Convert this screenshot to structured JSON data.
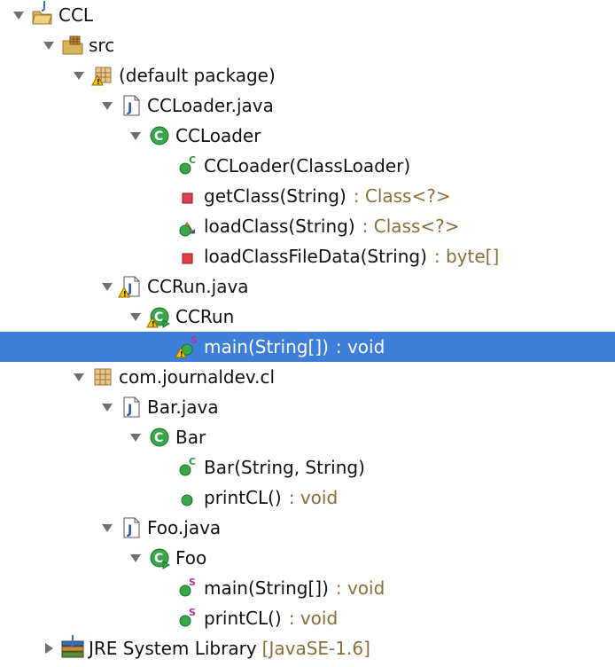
{
  "tree": {
    "colors": {
      "selection": "#3d7fd8",
      "class_green": "#2e9a3c",
      "method_red": "#cc2233",
      "static_purple": "#b3339a",
      "decorator_brown": "#8a6d3b"
    },
    "nodes": [
      {
        "id": "ccl",
        "label": "CCL",
        "icon": "java-project-icon",
        "expanded": true
      },
      {
        "id": "src",
        "label": "src",
        "icon": "source-folder-icon",
        "expanded": true
      },
      {
        "id": "default-package",
        "label": "(default package)",
        "icon": "package-warning-icon",
        "expanded": true
      },
      {
        "id": "ccloader-java",
        "label": "CCLoader.java",
        "icon": "java-file-icon",
        "expanded": true
      },
      {
        "id": "ccloader-class",
        "label": "CCLoader",
        "icon": "class-icon",
        "expanded": true
      },
      {
        "id": "ccloader-ctor",
        "label": "CCLoader(ClassLoader)",
        "icon": "constructor-icon"
      },
      {
        "id": "getclass",
        "label": "getClass(String)",
        "signature": ": Class<?>",
        "icon": "private-method-icon"
      },
      {
        "id": "loadclass",
        "label": "loadClass(String)",
        "signature": ": Class<?>",
        "icon": "protected-override-method-icon"
      },
      {
        "id": "loadclassfiledata",
        "label": "loadClassFileData(String)",
        "signature": ": byte[]",
        "icon": "private-method-icon"
      },
      {
        "id": "ccrun-java",
        "label": "CCRun.java",
        "icon": "java-file-warning-icon",
        "expanded": true
      },
      {
        "id": "ccrun-class",
        "label": "CCRun",
        "icon": "runnable-class-warning-icon",
        "expanded": true
      },
      {
        "id": "ccrun-main",
        "label": "main(String[])",
        "signature": ": void",
        "icon": "static-method-warning-icon",
        "selected": true
      },
      {
        "id": "com-journaldev-cl",
        "label": "com.journaldev.cl",
        "icon": "package-icon",
        "expanded": true
      },
      {
        "id": "bar-java",
        "label": "Bar.java",
        "icon": "java-file-icon",
        "expanded": true
      },
      {
        "id": "bar-class",
        "label": "Bar",
        "icon": "class-icon",
        "expanded": true
      },
      {
        "id": "bar-ctor",
        "label": "Bar(String, String)",
        "icon": "constructor-icon"
      },
      {
        "id": "bar-printcl",
        "label": "printCL()",
        "signature": ": void",
        "icon": "public-method-icon"
      },
      {
        "id": "foo-java",
        "label": "Foo.java",
        "icon": "java-file-icon",
        "expanded": true
      },
      {
        "id": "foo-class",
        "label": "Foo",
        "icon": "runnable-class-icon",
        "expanded": true
      },
      {
        "id": "foo-main",
        "label": "main(String[])",
        "signature": ": void",
        "icon": "static-method-icon"
      },
      {
        "id": "foo-printcl",
        "label": "printCL()",
        "signature": ": void",
        "icon": "static-method-icon"
      },
      {
        "id": "jre-library",
        "label": "JRE System Library",
        "decoration": "[JavaSE-1.6]",
        "icon": "library-icon",
        "expanded": false
      }
    ]
  }
}
